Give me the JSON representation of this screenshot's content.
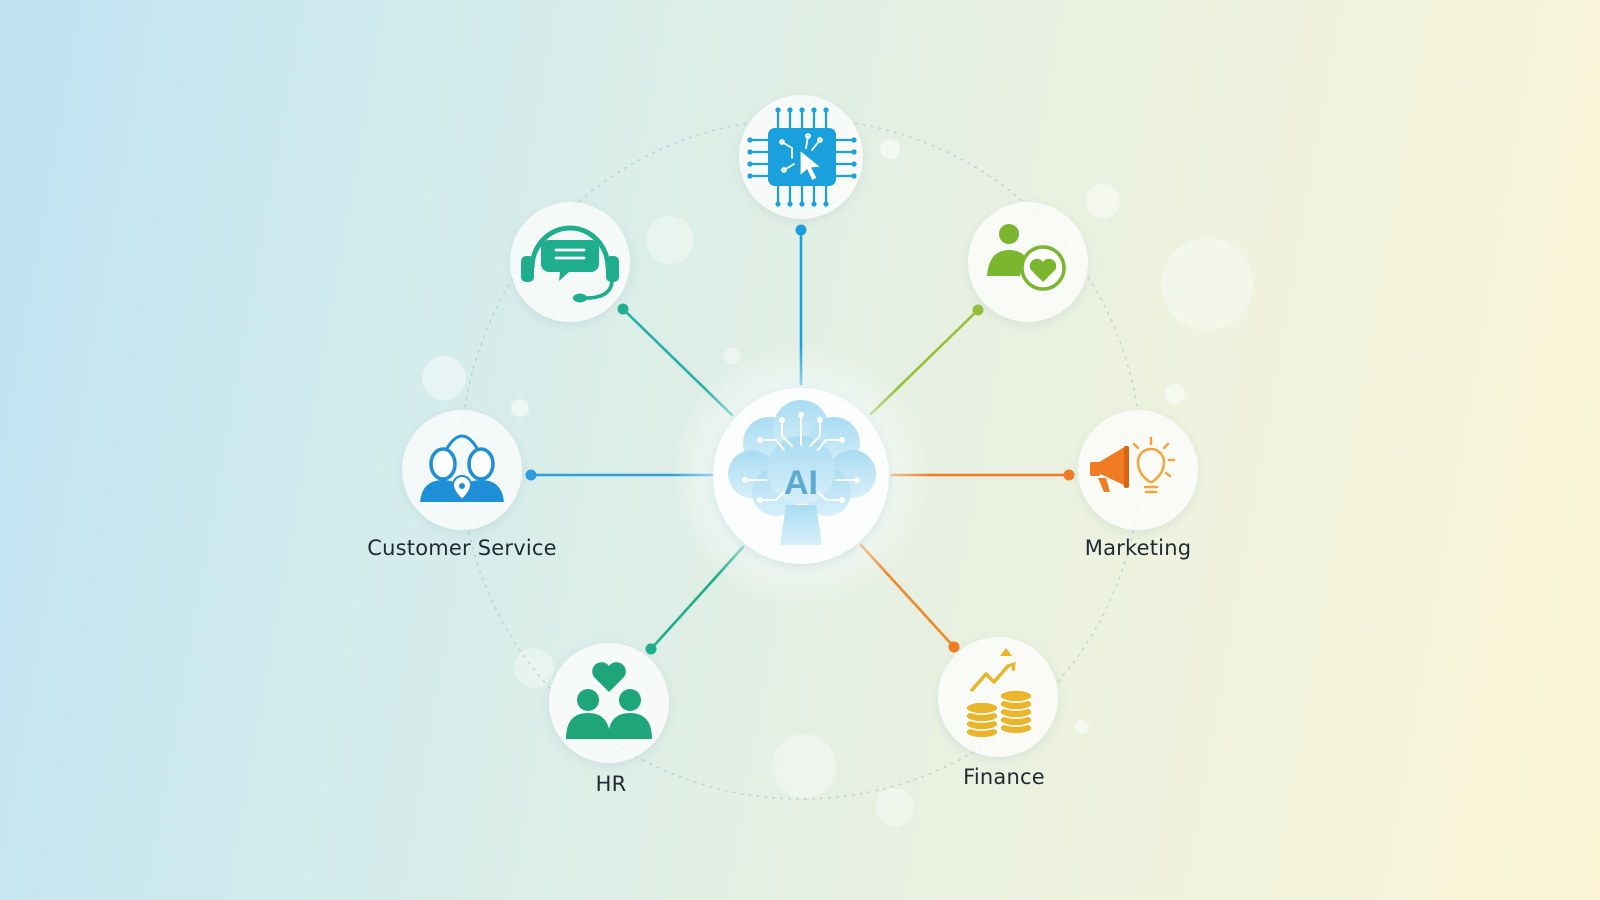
{
  "hub": {
    "text": "AI",
    "icon": "ai-brain-icon"
  },
  "nodes": [
    {
      "id": "ai-chip",
      "label": "",
      "icon": "ai-chip-cursor-icon",
      "color": "#1aa0dc"
    },
    {
      "id": "support",
      "label": "",
      "icon": "headset-chat-icon",
      "color": "#1fae8d"
    },
    {
      "id": "customer-satisfaction",
      "label": "",
      "icon": "user-heart-icon",
      "color": "#7ab62e"
    },
    {
      "id": "customer-service",
      "label": "Customer Service",
      "icon": "customer-group-icon",
      "color": "#1f8fd8"
    },
    {
      "id": "marketing",
      "label": "Marketing",
      "icon": "megaphone-lightbulb-icon",
      "color": "#ef7c22"
    },
    {
      "id": "hr",
      "label": "HR",
      "icon": "people-heart-icon",
      "color": "#1ea57a"
    },
    {
      "id": "finance",
      "label": "Finance",
      "icon": "coins-growth-icon",
      "color": "#e9b52a"
    }
  ],
  "colors": {
    "blue": "#1aa0dc",
    "teal": "#1fae8d",
    "green": "#7ab62e",
    "orange": "#ef7c22",
    "gold": "#e9b52a",
    "text": "#1f2a33"
  }
}
